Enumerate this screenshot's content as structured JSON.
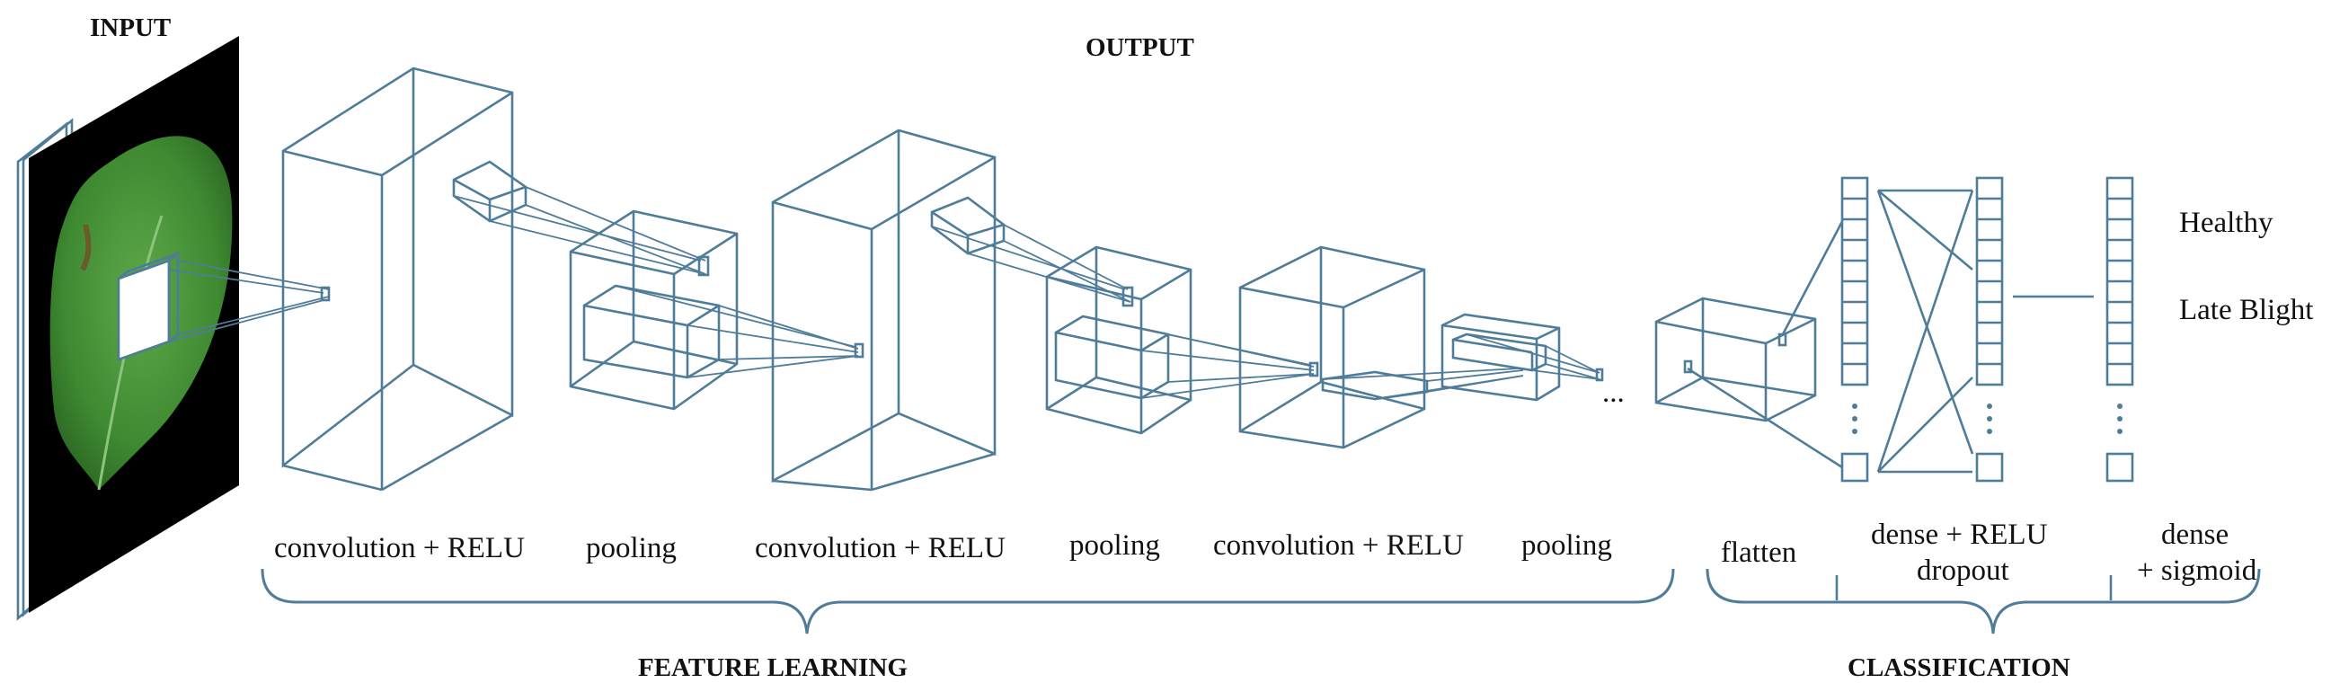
{
  "headers": {
    "input": "INPUT",
    "output": "OUTPUT",
    "feature_learning": "FEATURE LEARNING",
    "classification": "CLASSIFICATION"
  },
  "stage_labels": {
    "conv1": "convolution + RELU",
    "pool1": "pooling",
    "conv2": "convolution + RELU",
    "pool2": "pooling",
    "conv3": "convolution + RELU",
    "pool3": "pooling",
    "flatten": "flatten",
    "dense1_line1": "dense + RELU",
    "dense1_line2": "dropout",
    "dense2_line1": "dense",
    "dense2_line2": "+ sigmoid"
  },
  "outputs": {
    "class1": "Healthy",
    "class2": "Late Blight"
  },
  "ellipsis": "...",
  "colors": {
    "wireframe": "#4f7d99",
    "leaf": "#3f8a32",
    "input_background": "#000000"
  },
  "icons": {
    "input_image": "leaf-image"
  }
}
